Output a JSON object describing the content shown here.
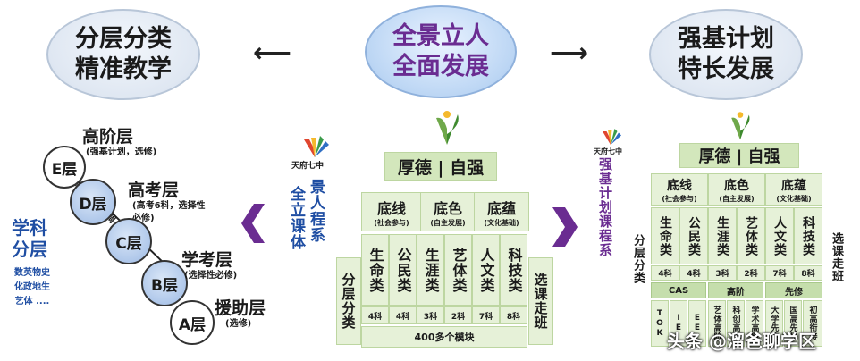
{
  "top": {
    "left_oval": [
      "分层分类",
      "精准教学"
    ],
    "center_oval": [
      "全景立人",
      "全面发展"
    ],
    "right_oval": [
      "强基计划",
      "特长发展"
    ]
  },
  "left_diagram": {
    "layers": [
      {
        "circle": "E层",
        "title": "高阶层",
        "note": "(强基计划，选修)"
      },
      {
        "circle": "D层",
        "title": "高考层",
        "note": "(高考6科，选择性必修)"
      },
      {
        "circle": "C层",
        "title": "",
        "note": ""
      },
      {
        "circle": "B层",
        "title": "学考层",
        "note": "(选择性必修)"
      },
      {
        "circle": "A层",
        "title": "援助层",
        "note": "(选修)"
      }
    ],
    "diagonal_label": "每学期可以微调",
    "subject_title": [
      "学科",
      "分层"
    ],
    "subjects": [
      "数英物史",
      "化政地生",
      "艺体 ...."
    ]
  },
  "school_logo_text": "天府七中",
  "center_label": [
    "景人程系",
    "全立课体"
  ],
  "center_label_cols": [
    "景人程系",
    "全立课体"
  ],
  "right_label": "强基计划课程系",
  "center_structure": {
    "top": "厚德 | 自强",
    "groups": [
      {
        "name": "底线",
        "sub": "(社会参与)"
      },
      {
        "name": "底色",
        "sub": "(自主发展)"
      },
      {
        "name": "底蕴",
        "sub": "(文化基础)"
      }
    ],
    "categories": [
      "生命类",
      "公民类",
      "生涯类",
      "艺体类",
      "人文类",
      "科技类"
    ],
    "counts": [
      "4科",
      "4科",
      "3科",
      "2科",
      "7科",
      "8科"
    ],
    "left_label": "分层分类",
    "right_label": "选课走班",
    "bottom": "400多个模块"
  },
  "right_structure": {
    "top": "厚德 | 自强",
    "groups": [
      {
        "name": "底线",
        "sub": "(社会参与)"
      },
      {
        "name": "底色",
        "sub": "(自主发展)"
      },
      {
        "name": "底蕴",
        "sub": "(文化基础)"
      }
    ],
    "categories": [
      "生命类",
      "公民类",
      "生涯类",
      "艺体类",
      "人文类",
      "科技类"
    ],
    "counts": [
      "4科",
      "4科",
      "3科",
      "2科",
      "7科",
      "8科"
    ],
    "left_label": "分层分类",
    "right_label": "选课走班",
    "pills": [
      "CAS",
      "高阶",
      "先修"
    ],
    "bottom_items": [
      "TOK",
      "IE",
      "EE",
      "艺体高阶",
      "科创高阶",
      "学术高阶",
      "大学先修",
      "国高先修",
      "初高衔接"
    ]
  },
  "watermark": "头条 @溜爸聊学区"
}
